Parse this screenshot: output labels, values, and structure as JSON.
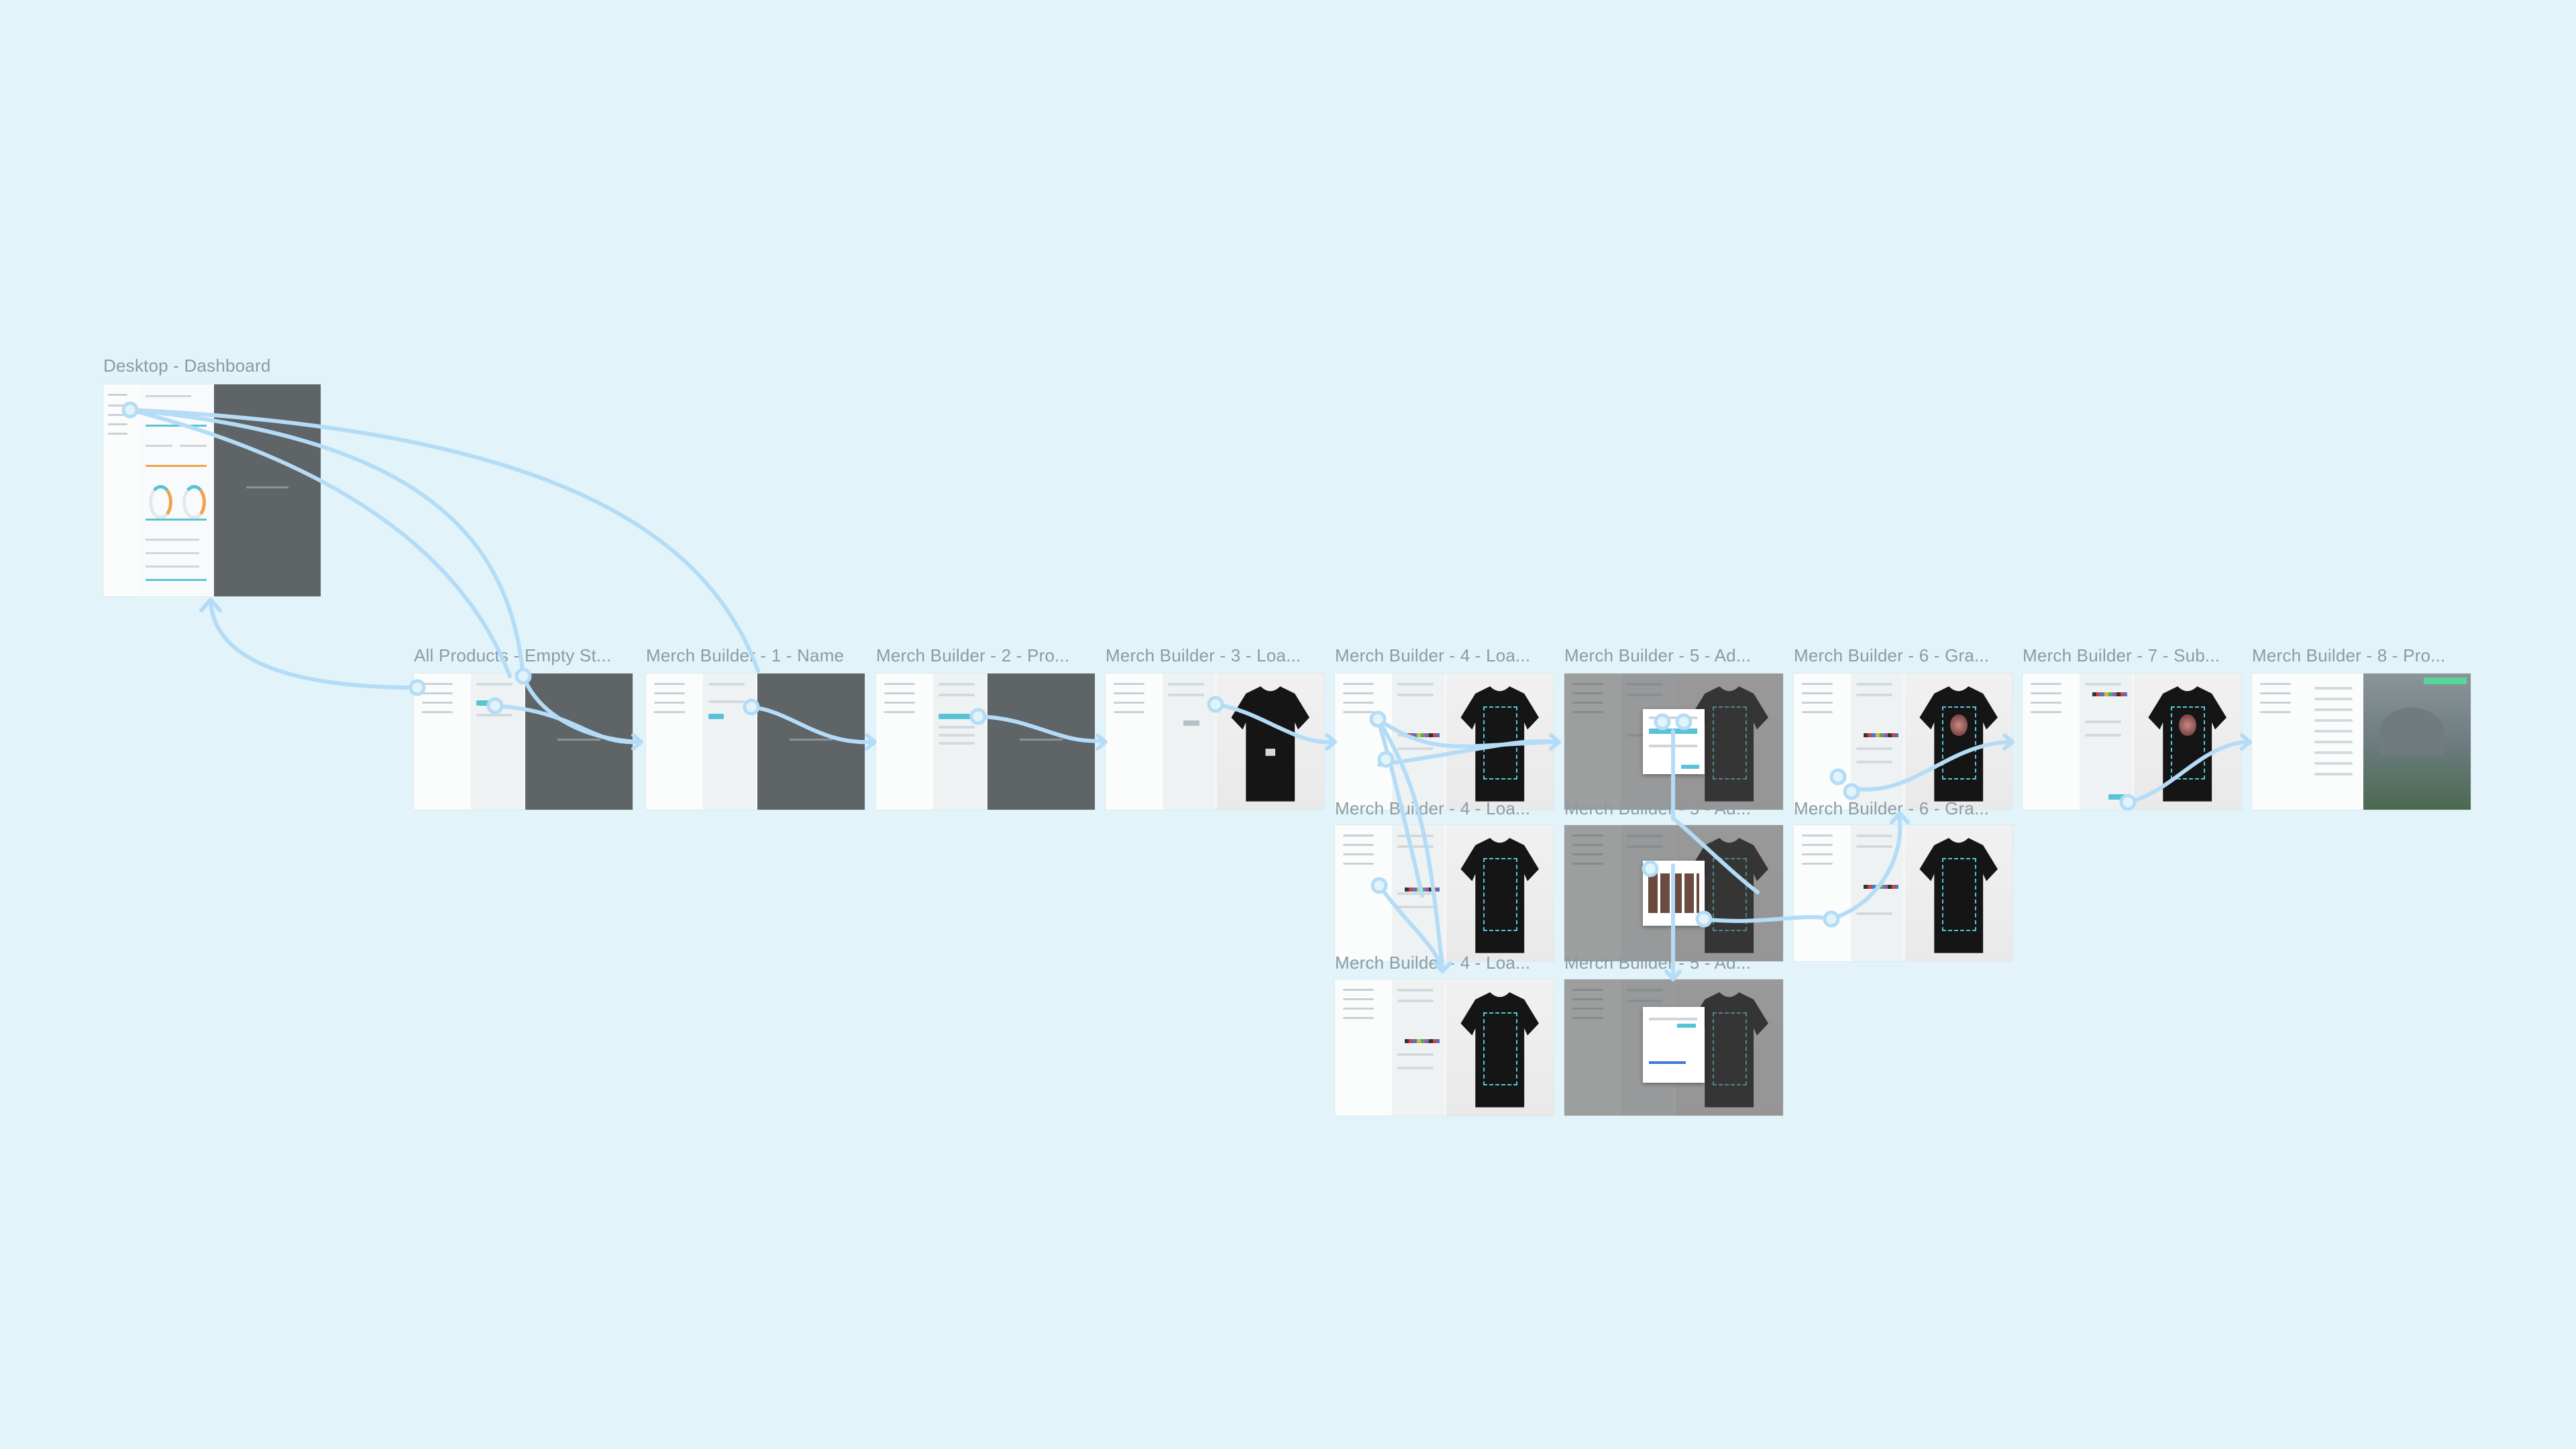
{
  "canvas": {
    "background": "#e2f4f9",
    "connector_color": "#b4dcf7"
  },
  "frames": [
    {
      "id": "dashboard",
      "label": "Desktop - Dashboard"
    },
    {
      "id": "all-products",
      "label": "All Products - Empty St..."
    },
    {
      "id": "mb1",
      "label": "Merch Builder - 1 - Name"
    },
    {
      "id": "mb2",
      "label": "Merch Builder - 2 - Pro..."
    },
    {
      "id": "mb3",
      "label": "Merch Builder - 3 - Loa..."
    },
    {
      "id": "mb4",
      "label": "Merch Builder - 4 - Loa..."
    },
    {
      "id": "mb5",
      "label": "Merch Builder - 5 - Ad..."
    },
    {
      "id": "mb6",
      "label": "Merch Builder - 6 - Gra..."
    },
    {
      "id": "mb7",
      "label": "Merch Builder - 7 - Sub..."
    },
    {
      "id": "mb8",
      "label": "Merch Builder - 8 - Pro..."
    },
    {
      "id": "mb4b",
      "label": "Merch Builder - 4 - Loa..."
    },
    {
      "id": "mb5b",
      "label": "Merch Builder - 5 - Ad..."
    },
    {
      "id": "mb6b",
      "label": "Merch Builder - 6 - Gra..."
    },
    {
      "id": "mb4c",
      "label": "Merch Builder - 4 - Loa..."
    },
    {
      "id": "mb5c",
      "label": "Merch Builder - 5 - Ad..."
    }
  ]
}
